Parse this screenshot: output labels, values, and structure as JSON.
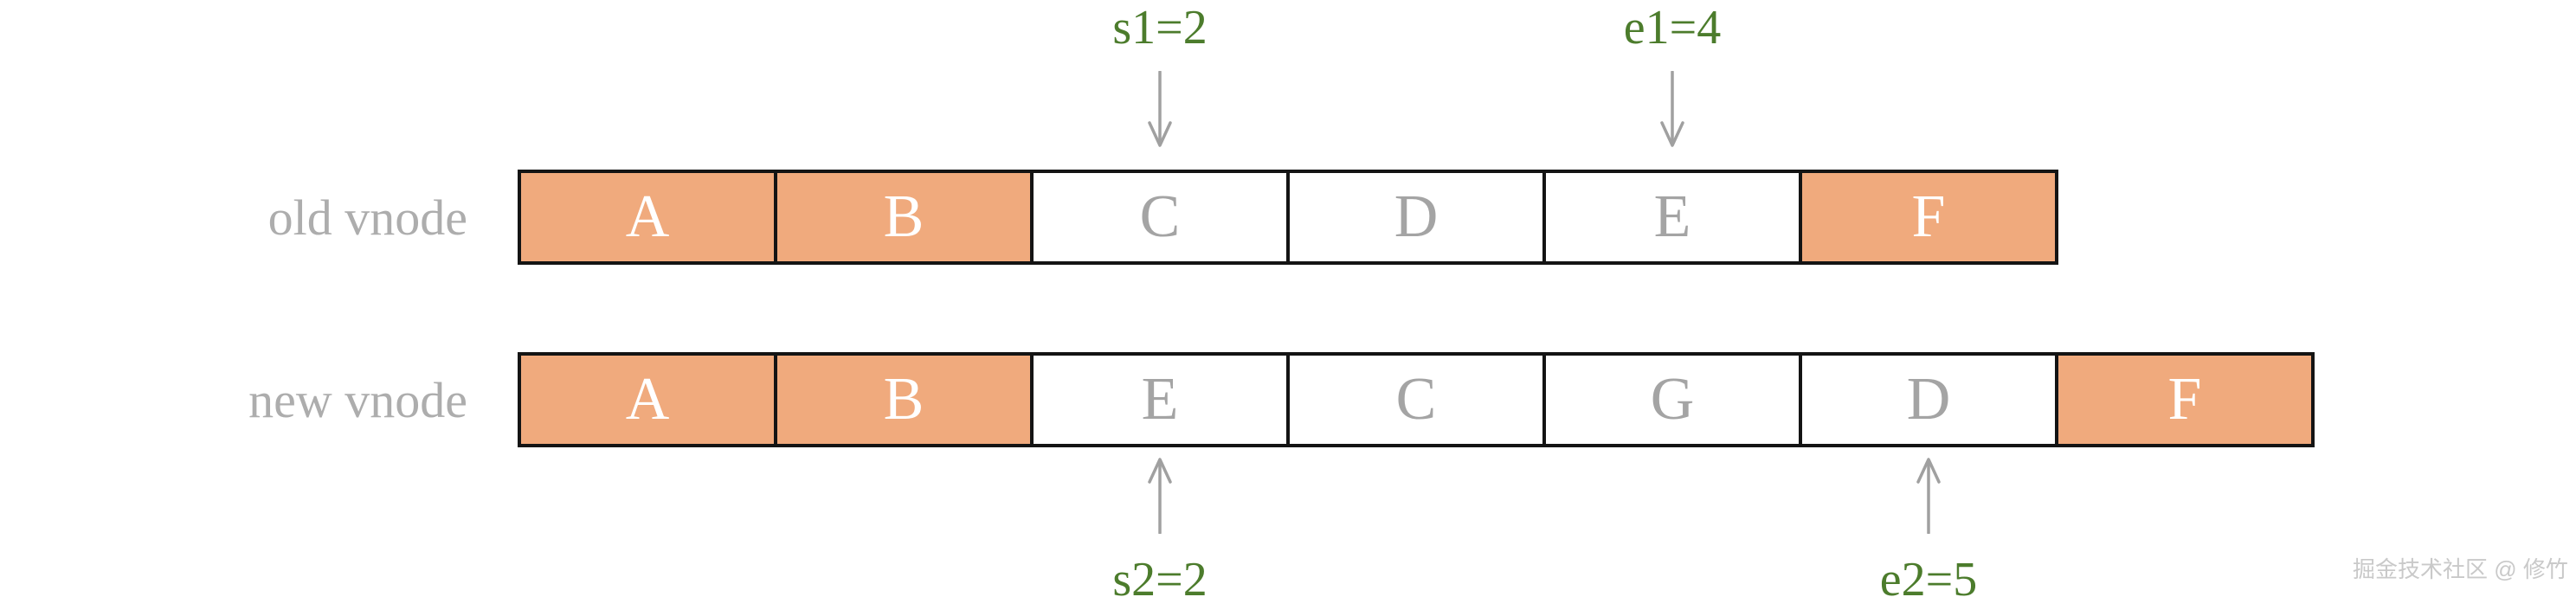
{
  "diagram": {
    "old_row": {
      "label": "old vnode",
      "cells": [
        {
          "letter": "A",
          "highlighted": true
        },
        {
          "letter": "B",
          "highlighted": true
        },
        {
          "letter": "C",
          "highlighted": false
        },
        {
          "letter": "D",
          "highlighted": false
        },
        {
          "letter": "E",
          "highlighted": false
        },
        {
          "letter": "F",
          "highlighted": true
        }
      ]
    },
    "new_row": {
      "label": "new vnode",
      "cells": [
        {
          "letter": "A",
          "highlighted": true
        },
        {
          "letter": "B",
          "highlighted": true
        },
        {
          "letter": "E",
          "highlighted": false
        },
        {
          "letter": "C",
          "highlighted": false
        },
        {
          "letter": "G",
          "highlighted": false
        },
        {
          "letter": "D",
          "highlighted": false
        },
        {
          "letter": "F",
          "highlighted": true
        }
      ]
    },
    "pointers": {
      "top": [
        {
          "label": "s1=2",
          "target_cell_index": 2
        },
        {
          "label": "e1=4",
          "target_cell_index": 4
        }
      ],
      "bottom": [
        {
          "label": "s2=2",
          "target_cell_index": 2
        },
        {
          "label": "e2=5",
          "target_cell_index": 5
        }
      ]
    },
    "colors": {
      "highlight": "#f0aa7d",
      "cell_border": "#141414",
      "pointer_label_green": "#4c7c2c",
      "arrow_gray": "#a0a0a0",
      "row_label_gray": "#adadad",
      "plain_letter_gray": "#a4a4a4",
      "highlight_letter": "#ffffff",
      "watermark_gray": "#c9c9c9"
    }
  },
  "watermark": "掘金技术社区 @ 修竹"
}
